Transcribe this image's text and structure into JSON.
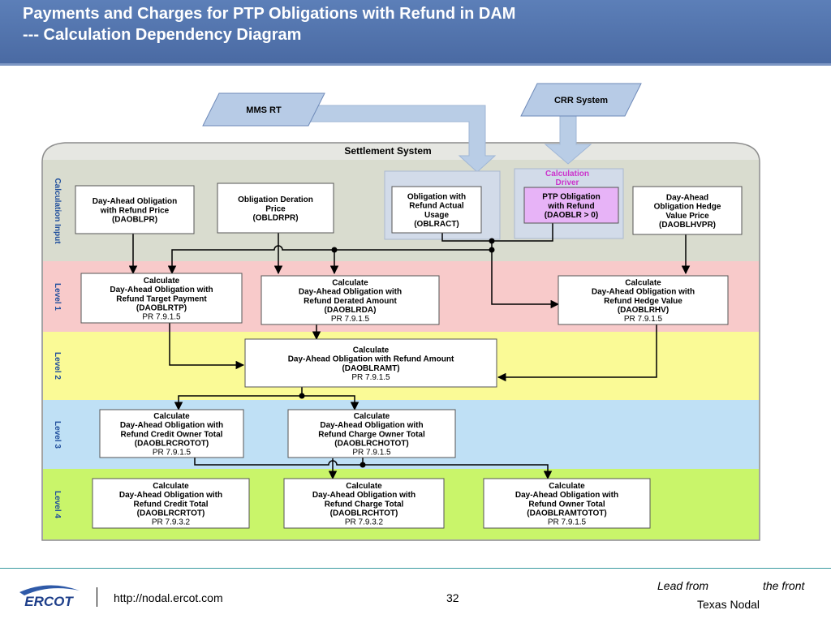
{
  "header": {
    "title_line1": "Payments and Charges for PTP Obligations with Refund in DAM",
    "title_line2": "--- Calculation Dependency Diagram"
  },
  "diagram": {
    "sources": {
      "mms": "MMS RT",
      "crr": "CRR System"
    },
    "settlement_title": "Settlement System",
    "driver_label": [
      "Calculation",
      "Driver"
    ],
    "bands": {
      "input": "Calculation Input",
      "l1": "Level 1",
      "l2": "Level 2",
      "l3": "Level 3",
      "l4": "Level 4"
    },
    "colors": {
      "input_band": "#d9dccf",
      "level1_band": "#f8caca",
      "level2_band": "#fafa96",
      "level3_band": "#bfe0f5",
      "level4_band": "#c9f56a",
      "driver_box": "#e7b3f7",
      "driver_label": "#cc33cc",
      "header": "#4f6fa8"
    },
    "inputs": [
      {
        "lines": [
          "Day-Ahead Obligation",
          "with Refund Price",
          "(DAOBLPR)"
        ]
      },
      {
        "lines": [
          "Obligation Deration",
          "Price",
          "(OBLDRPR)"
        ]
      },
      {
        "lines": [
          "Obligation with",
          "Refund Actual",
          "Usage",
          "(OBLRACT)"
        ]
      },
      {
        "lines": [
          "PTP Obligation",
          "with Refund",
          "(DAOBLR > 0)"
        ]
      },
      {
        "lines": [
          "Day-Ahead",
          "Obligation Hedge",
          "Value Price",
          "(DAOBLHVPR)"
        ]
      }
    ],
    "level1": [
      {
        "lines": [
          "Calculate",
          "Day-Ahead Obligation with",
          "Refund Target Payment",
          "(DAOBLRTP)",
          "PR 7.9.1.5"
        ]
      },
      {
        "lines": [
          "Calculate",
          "Day-Ahead Obligation with",
          "Refund Derated Amount",
          "(DAOBLRDA)",
          "PR 7.9.1.5"
        ]
      },
      {
        "lines": [
          "Calculate",
          "Day-Ahead Obligation with",
          "Refund Hedge Value",
          "(DAOBLRHV)",
          "PR 7.9.1.5"
        ]
      }
    ],
    "level2": [
      {
        "lines": [
          "Calculate",
          "Day-Ahead Obligation with Refund Amount",
          "(DAOBLRAMT)",
          "PR 7.9.1.5"
        ]
      }
    ],
    "level3": [
      {
        "lines": [
          "Calculate",
          "Day-Ahead Obligation with",
          "Refund Credit Owner Total",
          "(DAOBLRCROTOT)",
          "PR 7.9.1.5"
        ]
      },
      {
        "lines": [
          "Calculate",
          "Day-Ahead Obligation with",
          "Refund Charge Owner Total",
          "(DAOBLRCHOTOT)",
          "PR 7.9.1.5"
        ]
      }
    ],
    "level4": [
      {
        "lines": [
          "Calculate",
          "Day-Ahead Obligation with",
          "Refund Credit Total",
          "(DAOBLRCRTOT)",
          "PR 7.9.3.2"
        ]
      },
      {
        "lines": [
          "Calculate",
          "Day-Ahead Obligation with",
          "Refund Charge Total",
          "(DAOBLRCHTOT)",
          "PR 7.9.3.2"
        ]
      },
      {
        "lines": [
          "Calculate",
          "Day-Ahead Obligation with",
          "Refund Owner Total",
          "(DAOBLRAMTOTOT)",
          "PR 7.9.1.5"
        ]
      }
    ]
  },
  "footer": {
    "logo_text": "ERCOT",
    "url": "http://nodal.ercot.com",
    "page_number": "32",
    "tagline_a": "Lead from",
    "tagline_b": "the front",
    "tagline_c": "Texas Nodal"
  }
}
